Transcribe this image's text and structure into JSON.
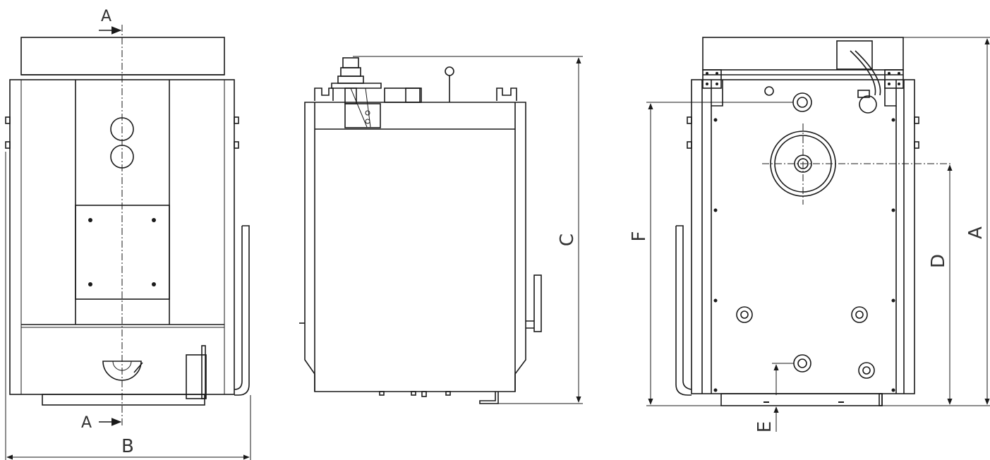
{
  "diagram": {
    "section_marker": "A",
    "dimensions": {
      "A": "A",
      "B": "B",
      "C": "C",
      "D": "D",
      "E": "E",
      "F": "F"
    }
  }
}
